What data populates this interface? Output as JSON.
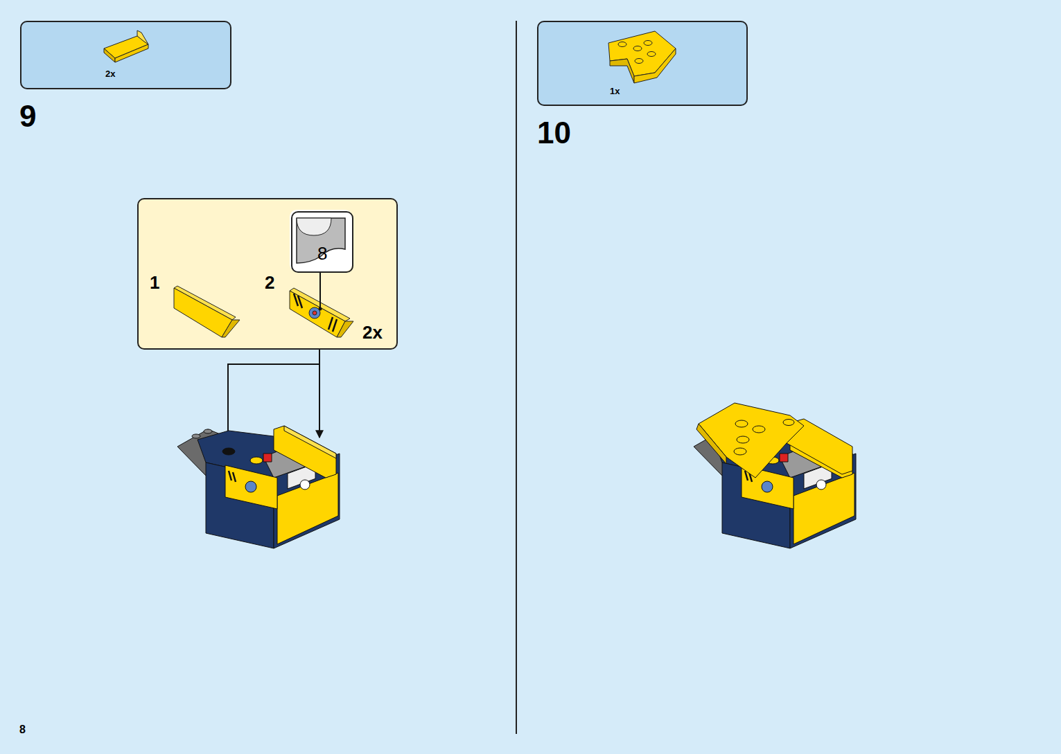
{
  "diagram": {
    "nodes": [
      {
        "text": [
          "2x"
        ]
      },
      {
        "text": [
          "1",
          "2",
          "2x"
        ]
      },
      {
        "text": [
          "8"
        ],
        "in": 1
      },
      {
        "text": [
          "1x"
        ]
      }
    ],
    "labels": [
      "9",
      "10",
      "8"
    ]
  }
}
